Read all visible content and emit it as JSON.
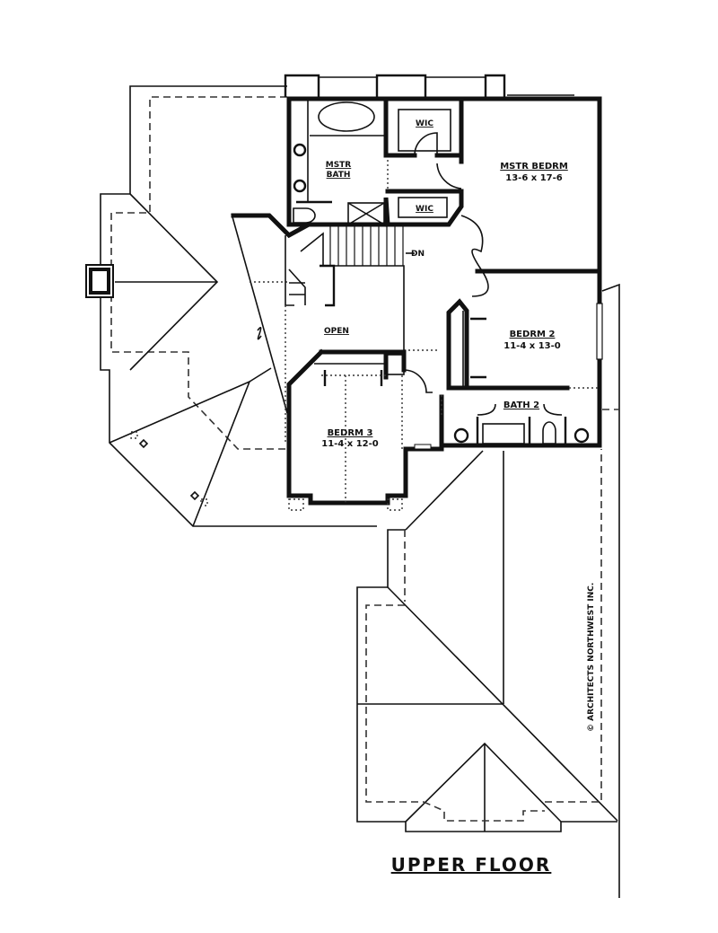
{
  "title": "UPPER FLOOR",
  "copyright": "© ARCHITECTS NORTHWEST INC.",
  "rooms": [
    {
      "name": "MSTR BEDRM",
      "size": "13-6 x 17-6"
    },
    {
      "name": "MSTR BATH",
      "line1": "MSTR",
      "line2": "BATH"
    },
    {
      "name": "WIC"
    },
    {
      "name": "WIC"
    },
    {
      "name": "BEDRM 2",
      "size": "11-4 x 13-0"
    },
    {
      "name": "BEDRM 3",
      "size": "11-4 x 12-0"
    },
    {
      "name": "BATH 2"
    },
    {
      "name": "OPEN"
    }
  ],
  "stair_label": "DN",
  "colors": {
    "line": "#111111",
    "background": "#ffffff"
  }
}
